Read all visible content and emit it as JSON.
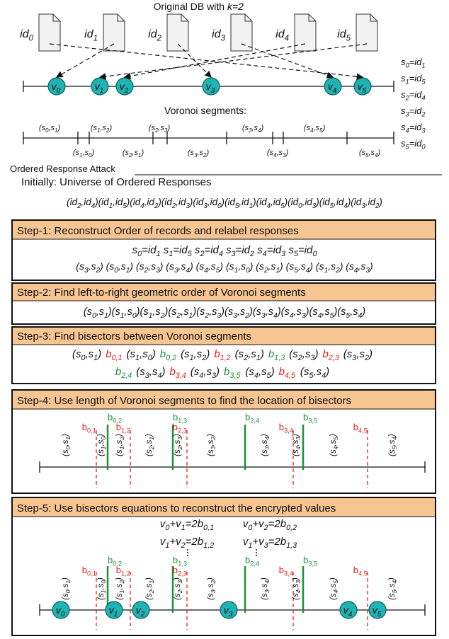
{
  "title": "Original DB with k=2",
  "docs": [
    "id_0",
    "id_1",
    "id_2",
    "id_3",
    "id_4",
    "id_5"
  ],
  "mapping": [
    {
      "s": "0",
      "id": "1"
    },
    {
      "s": "1",
      "id": "5"
    },
    {
      "s": "2",
      "id": "4"
    },
    {
      "s": "3",
      "id": "2"
    },
    {
      "s": "4",
      "id": "3"
    },
    {
      "s": "5",
      "id": "0"
    }
  ],
  "points": [
    {
      "label": "v",
      "sub": "0",
      "x": 0.1
    },
    {
      "label": "v",
      "sub": "1",
      "x": 0.23
    },
    {
      "label": "v",
      "sub": "2",
      "x": 0.3
    },
    {
      "label": "v",
      "sub": "3",
      "x": 0.52
    },
    {
      "label": "v",
      "sub": "4",
      "x": 0.85
    },
    {
      "label": "v",
      "sub": "5",
      "x": 0.94
    }
  ],
  "voronoi_title": "Voronoi segments:",
  "voronoi_top": [
    "(s0,s1)",
    "(s1,s2)",
    "(s2,s3)",
    "(s3,s4)",
    "(s4,s5)"
  ],
  "voronoi_bottom": [
    "(s1,s0)",
    "(s2,s1)",
    "(s3,s2)",
    "(s4,s3)",
    "(s5,s4)"
  ],
  "attack_title": "Ordered Response Attack",
  "initially_label": "Initially: Universe of Ordered Responses",
  "universe": "(id2,id4)(id1,id5)(id4,id2)(id2,id3)(id3,id0)(id5,id1)(id4,id5)(id0,id3)(id5,id4)(id3,id2)",
  "steps": [
    {
      "title": "Step-1: Reconstruct Order of records and relabel responses"
    },
    {
      "title": "Step-2: Find left-to-right geometric order of Voronoi segments"
    },
    {
      "title": "Step-3: Find bisectors between Voronoi segments"
    },
    {
      "title": "Step-4: Use length of Voronoi segments to find the location of bisectors"
    },
    {
      "title": "Step-5: Use bisectors equations to reconstruct the encrypted values"
    }
  ],
  "step1_line1": "s0=id1   s1=id5   s2=id4   s3=id2   s4=id3   s5=id0",
  "step1_line2": "(s3,s2) (s0,s1) (s2,s3) (s3,s4) (s4,s5) (s1,s0) (s2,s1) (s5,s4) (s1,s2) (s4,s3)",
  "step2_line": "(s0,s1)(s1,s0)(s1,s2)(s2,s1)(s2,s3)(s3,s2)(s3,s4)(s4,s3)(s4,s5)(s5,s4)",
  "step3_row1": [
    {
      "t": "(s0,s1)",
      "c": "k"
    },
    {
      "t": "b0,1",
      "c": "r"
    },
    {
      "t": "(s1,s0)",
      "c": "k"
    },
    {
      "t": "b0,2",
      "c": "g"
    },
    {
      "t": "(s1,s2)",
      "c": "k"
    },
    {
      "t": "b1,2",
      "c": "r"
    },
    {
      "t": "(s2,s1)",
      "c": "k"
    },
    {
      "t": "b1,3",
      "c": "g"
    },
    {
      "t": "(s2,s3)",
      "c": "k"
    },
    {
      "t": "b2,3",
      "c": "r"
    },
    {
      "t": "(s3,s2)",
      "c": "k"
    }
  ],
  "step3_row2": [
    {
      "t": "b2,4",
      "c": "g"
    },
    {
      "t": "(s3,s4)",
      "c": "k"
    },
    {
      "t": "b3,4",
      "c": "r"
    },
    {
      "t": "(s4,s3)",
      "c": "k"
    },
    {
      "t": "b3,5",
      "c": "g"
    },
    {
      "t": "(s4,s5)",
      "c": "k"
    },
    {
      "t": "b4,5",
      "c": "r"
    },
    {
      "t": "(s5,s4)",
      "c": "k"
    }
  ],
  "bisectors": [
    {
      "name": "b0,1",
      "color": "red"
    },
    {
      "name": "b0,2",
      "color": "green"
    },
    {
      "name": "b1,2",
      "color": "red"
    },
    {
      "name": "b1,3",
      "color": "green"
    },
    {
      "name": "b2,3",
      "color": "red"
    },
    {
      "name": "b2,4",
      "color": "green"
    },
    {
      "name": "b3,4",
      "color": "red"
    },
    {
      "name": "b3,5",
      "color": "green"
    },
    {
      "name": "b4,5",
      "color": "red"
    }
  ],
  "segments_vertical": [
    "(s0,s1)",
    "(s1,s0)",
    "(s1,s2)",
    "(s2,s1)",
    "(s2,s3)",
    "(s3,s2)",
    "(s3,s4)",
    "(s4,s3)",
    "(s4,s5)",
    "(s5,s4)"
  ],
  "equations": [
    "v0+v1=2b0,1",
    "v0+v2=2b0,2",
    "v1+v2=2b1,2",
    "v1+v3=2b1,3"
  ],
  "colors": {
    "teal": "#1fb3b3",
    "red": "#e0201b",
    "green": "#1e8f3a",
    "header": "#f7c592",
    "border": "#111111"
  }
}
